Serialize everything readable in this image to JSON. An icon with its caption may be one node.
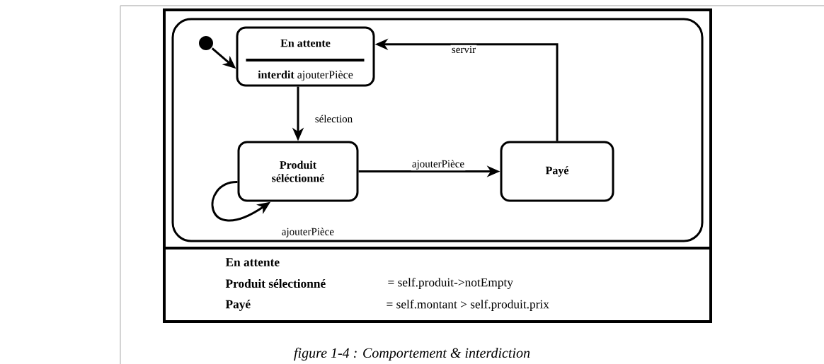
{
  "diagram": {
    "caption": "figure 1-4 : Comportement & interdiction",
    "nodes": [
      {
        "text": [],
        "shape": "box"
      },
      {
        "text": [],
        "shape": "circle",
        "in": 0
      },
      {
        "text": [
          "En attente",
          "**interdit** ajouterPièce"
        ],
        "in": 0
      },
      {
        "text": [
          "Produit séléctionné"
        ],
        "in": 0
      },
      {
        "text": [
          "Payé"
        ],
        "in": 0
      }
    ],
    "edges": [
      {
        "from": 1,
        "to": 2,
        "arrow": "to"
      },
      {
        "from": 2,
        "to": 3,
        "arrow": "to",
        "label": "sélection"
      },
      {
        "from": 3,
        "to": 4,
        "arrow": "to",
        "label": "ajouterPièce"
      },
      {
        "from": 4,
        "to": 2,
        "arrow": "to",
        "label": "servir"
      },
      {
        "from": 3,
        "to": 3,
        "arrow": "to",
        "label": "ajouterPièce"
      }
    ],
    "labels": [
      "En attente",
      "Produit sélectionné",
      "= self.produit->notEmpty",
      "Payé",
      "= self.montant > self.produit.prix"
    ]
  }
}
